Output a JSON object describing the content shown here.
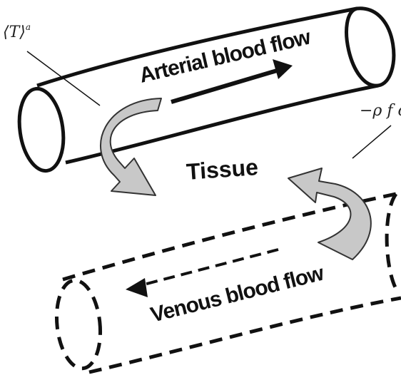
{
  "labels": {
    "arterial": "Arterial blood flow",
    "venous": "Venous blood flow",
    "tissue": "Tissue",
    "arterial_temp": {
      "base": "⟨T⟩",
      "superscript": "a"
    },
    "venous_term": "−ρ f c"
  },
  "colors": {
    "stroke": "#111111",
    "arrow_fill": "#c8c8c8",
    "background": "#ffffff"
  }
}
